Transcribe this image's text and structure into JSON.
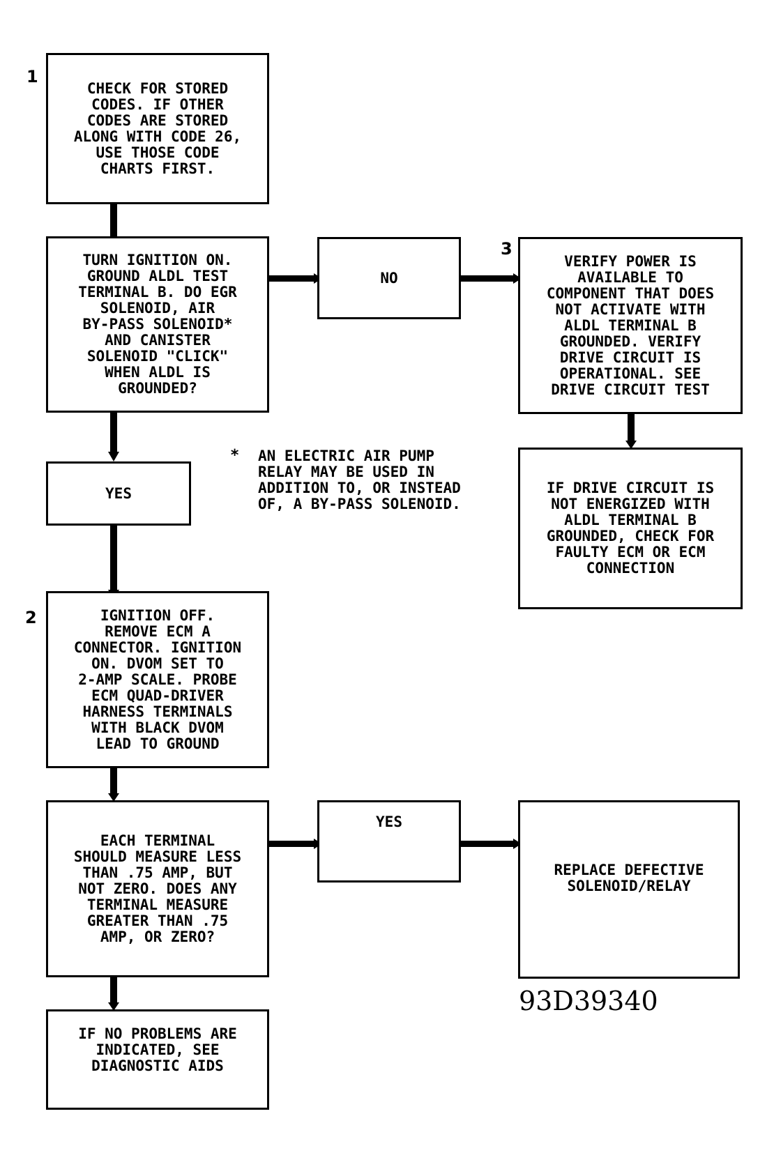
{
  "step_numbers": {
    "step1": "1",
    "step2": "2",
    "step3": "3"
  },
  "boxes": {
    "check_codes": "CHECK FOR STORED\nCODES. IF OTHER\nCODES ARE STORED\nALONG WITH CODE 26,\nUSE THOSE CODE\nCHARTS FIRST.",
    "turn_ignition": "TURN IGNITION ON.\nGROUND ALDL TEST\nTERMINAL B. DO EGR\nSOLENOID, AIR\nBY-PASS SOLENOID*\nAND CANISTER\nSOLENOID \"CLICK\"\nWHEN ALDL IS\nGROUNDED?",
    "no_1": "NO",
    "verify_power": "VERIFY POWER IS\nAVAILABLE TO\nCOMPONENT THAT DOES\nNOT ACTIVATE WITH\nALDL TERMINAL B\nGROUNDED. VERIFY\nDRIVE CIRCUIT IS\nOPERATIONAL. SEE\nDRIVE CIRCUIT TEST",
    "drive_circuit": "IF DRIVE CIRCUIT IS\nNOT ENERGIZED WITH\nALDL TERMINAL B\nGROUNDED, CHECK FOR\nFAULTY ECM OR ECM\nCONNECTION",
    "yes_1": "YES",
    "ignition_off": "IGNITION OFF.\nREMOVE ECM A\nCONNECTOR. IGNITION\nON. DVOM SET TO\n2-AMP SCALE. PROBE\nECM QUAD-DRIVER\nHARNESS TERMINALS\nWITH BLACK DVOM\nLEAD TO GROUND",
    "each_terminal": "EACH TERMINAL\nSHOULD MEASURE LESS\nTHAN .75 AMP, BUT\nNOT ZERO. DOES ANY\nTERMINAL MEASURE\nGREATER THAN .75\nAMP, OR ZERO?",
    "yes_2": "YES",
    "replace": "REPLACE DEFECTIVE\nSOLENOID/RELAY",
    "no_problems": "IF NO PROBLEMS ARE\nINDICATED, SEE\nDIAGNOSTIC AIDS"
  },
  "footnote": {
    "marker": "*",
    "text": "AN ELECTRIC AIR PUMP\nRELAY MAY BE USED IN\nADDITION TO, OR INSTEAD\nOF, A BY-PASS SOLENOID."
  },
  "reference_code": "93D39340",
  "colors": {
    "line": "#000000",
    "background": "#ffffff"
  }
}
